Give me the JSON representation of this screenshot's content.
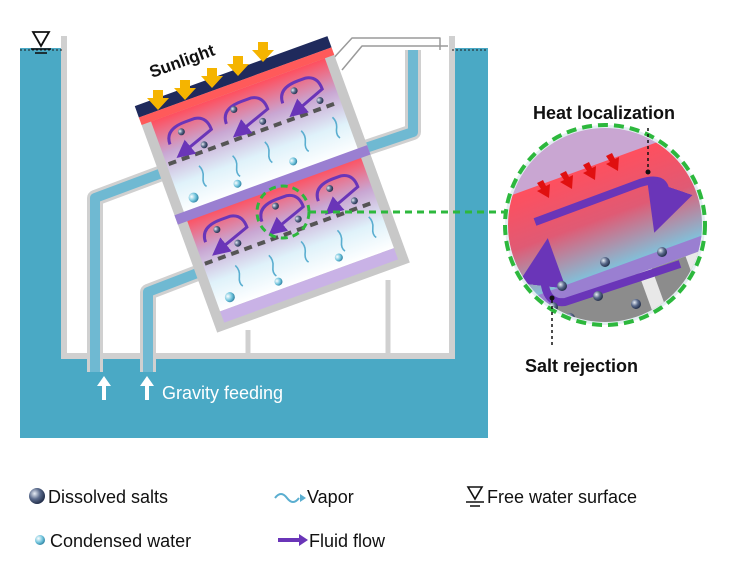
{
  "labels": {
    "sunlight": "Sunlight",
    "heat_localization": "Heat localization",
    "salt_rejection": "Salt rejection",
    "gravity_feeding": "Gravity feeding"
  },
  "legend": {
    "dissolved_salts": "Dissolved salts",
    "vapor": "Vapor",
    "free_water_surface": "Free water surface",
    "condensed_water": "Condensed water",
    "fluid_flow": "Fluid flow"
  },
  "colors": {
    "water": "#4aa9c5",
    "tank_wall": "#d0d0d0",
    "sun_arrow": "#f5b400",
    "heat_arrow": "#e01010",
    "hot": "#ff4f5e",
    "flow": "#6a35b8",
    "membrane": "#c9b2e6",
    "dashed_link": "#2db83d"
  }
}
